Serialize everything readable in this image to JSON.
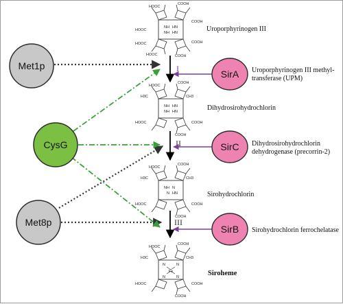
{
  "colors": {
    "grey_node": "#c8c8c8",
    "green_node": "#7bc043",
    "pink_node": "#ee82b0",
    "purple_arrow": "#7b3fa0",
    "green_arrow": "#3aa03a",
    "dark_arrow": "#333333"
  },
  "nodes": {
    "met1p": "Met1p",
    "cysg": "CysG",
    "met8p": "Met8p",
    "sira": "SirA",
    "sirc": "SirC",
    "sirb": "SirB"
  },
  "steps": {
    "step1": "I",
    "step2": "II",
    "step3": "III"
  },
  "compounds": {
    "uro": "Uroporphyrinogen III",
    "dihydro": "Dihydrosirohydrochlorin",
    "siro_hydro": "Sirohydrochlorin",
    "siroheme": "Siroheme"
  },
  "enzymes": {
    "upm_line1": "Uroporphyrinogen III methyl-",
    "upm_line2": "transferase (UPM)",
    "precorrin_line1": "Dihydrosirohydrochlorin",
    "precorrin_line2": "dehydrogenase (precorrin-2)",
    "ferro": "Sirohydrochlorin ferrochelatase"
  },
  "chem": {
    "cooh": "COOH",
    "hooc": "HOOC",
    "nh": "NH",
    "hn": "HN",
    "n": "N",
    "fe": "Fe",
    "h3c": "H3C",
    "ch3": "CH3"
  }
}
